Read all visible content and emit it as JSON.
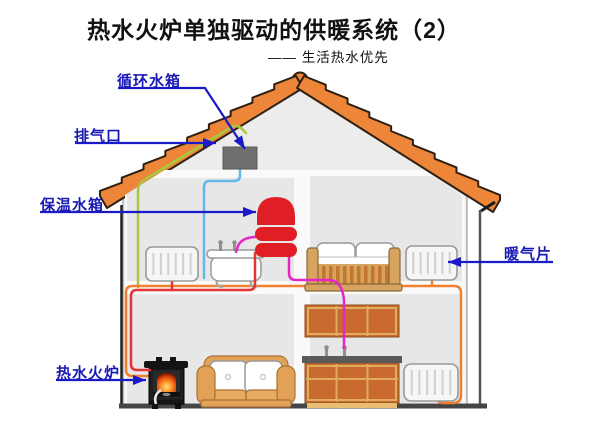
{
  "title": "热水火炉单独驱动的供暖系统（2）",
  "subtitle": "—— 生活热水优先",
  "labels": {
    "circulation_tank": "循环水箱",
    "exhaust_vent": "排气口",
    "insulated_tank": "保温水箱",
    "radiator": "暖气片",
    "hot_water_stove": "热水火炉"
  },
  "colors": {
    "roof": "#ED8638",
    "arrow": "#1A1AC8",
    "label_text": "#1A1AB4",
    "pipe_hot": "#E43535",
    "pipe_return": "#F08030",
    "pipe_dhw": "#E326C4",
    "pipe_cold": "#62B8E8",
    "pipe_vent": "#A6C83D",
    "tank_red": "#E01E25",
    "tank_gray": "#6F6F6F"
  }
}
